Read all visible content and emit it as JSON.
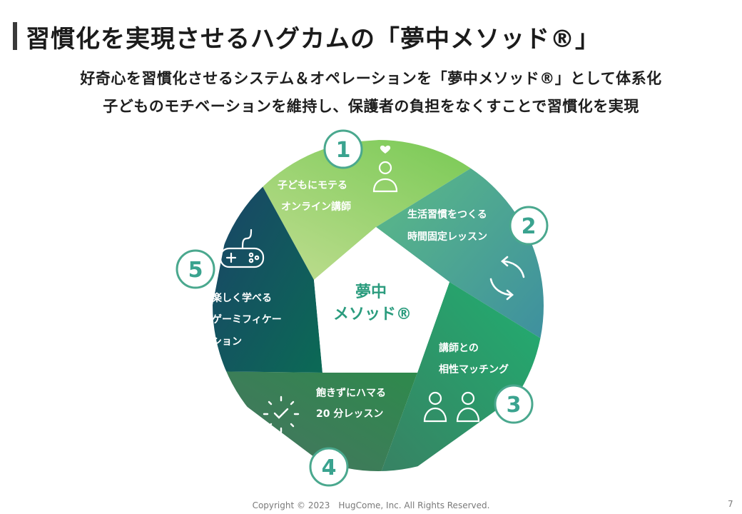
{
  "slide": {
    "title": "習慣化を実現させるハグカムの「夢中メソッド®」",
    "subtitle_line1": "好奇心を習慣化させるシステム＆オペレーションを「夢中メソッド®」として体系化",
    "subtitle_line2": "子どものモチベーションを維持し、保護者の負担をなくすことで習慣化を実現"
  },
  "center": {
    "line1": "夢中",
    "line2": "メソッド®"
  },
  "segments": [
    {
      "number": "1",
      "line1": "子どもにモテる",
      "line2": "オンライン講師",
      "line3": "",
      "icon": "teacher-heart-icon",
      "color": "#8fcb63"
    },
    {
      "number": "2",
      "line1": "生活習慣をつくる",
      "line2": "時間固定レッスン",
      "line3": "",
      "icon": "cycle-arrows-icon",
      "color": "#3aa38f"
    },
    {
      "number": "3",
      "line1": "講師との",
      "line2": "相性マッチング",
      "line3": "",
      "icon": "two-people-icon",
      "color": "#2a9c6a"
    },
    {
      "number": "4",
      "line1": "飽きずにハマる",
      "line2": "20 分レッスン",
      "line3": "",
      "icon": "clock-check-icon",
      "color": "#2f6f52"
    },
    {
      "number": "5",
      "line1": "楽しく学べる",
      "line2": "ゲーミフィケー",
      "line3": "ション",
      "icon": "game-controller-icon",
      "color": "#154f6a"
    }
  ],
  "footer": {
    "copyright": "Copyright © 2023　HugCome, Inc. All Rights Reserved.",
    "page": "7"
  }
}
